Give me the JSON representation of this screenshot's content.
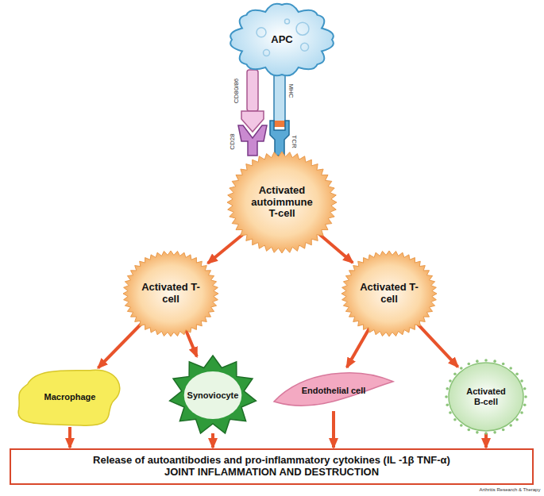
{
  "diagram": {
    "nodes": [
      {
        "text": [
          "APC"
        ]
      },
      {
        "text": [
          "Activated autoimmune T-cell"
        ]
      },
      {
        "text": [
          "Activated T-cell"
        ]
      },
      {
        "text": [
          "Activated T-cell"
        ]
      },
      {
        "text": [
          "Macrophage"
        ]
      },
      {
        "text": [
          "Synoviocyte"
        ]
      },
      {
        "text": [
          "Endothelial cell"
        ]
      },
      {
        "text": [
          "Activated B-cell"
        ]
      },
      {
        "text": [
          "Release of autoantibodies and pro-inflammatory cytokines (IL -1β TNF-α)",
          "JOINT INFLAMMATION AND DESTRUCTION"
        ]
      }
    ],
    "edges": [
      {
        "from": 1,
        "to": 2,
        "arrow": "to"
      },
      {
        "from": 1,
        "to": 3,
        "arrow": "to"
      },
      {
        "from": 2,
        "to": 4,
        "arrow": "to"
      },
      {
        "from": 2,
        "to": 5,
        "arrow": "to"
      },
      {
        "from": 3,
        "to": 6,
        "arrow": "to"
      },
      {
        "from": 3,
        "to": 7,
        "arrow": "to"
      },
      {
        "from": 4,
        "to": 8,
        "arrow": "to"
      },
      {
        "from": 5,
        "to": 8,
        "arrow": "to"
      },
      {
        "from": 6,
        "to": 8,
        "arrow": "to"
      },
      {
        "from": 7,
        "to": 8,
        "arrow": "to"
      }
    ],
    "labels": [
      "CD80/86",
      "MHC",
      "CD28",
      "TCR",
      "Arthritis Research & Therapy"
    ]
  }
}
